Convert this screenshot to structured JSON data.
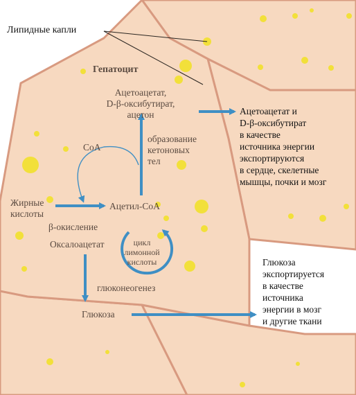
{
  "labels": {
    "lipid_droplets": "Липидные капли",
    "hepatocyte": "Гепатоцит",
    "ketone_products": "Ацетоацетат,\nD-β-оксибутират,\nацетон",
    "ketone_export": "Ацетоацетат и\nD-β-оксибутират\nв качестве\nисточника энергии\nэкспортируются\nв сердце, скелетные\nмышцы, почки и мозг",
    "coa": "CoA",
    "ketone_formation": "образование\nкетоновых\nтел",
    "fatty_acids": "Жирные\nкислоты",
    "acetyl_coa": "Ацетил-CoA",
    "beta_oxidation": "β-окисление",
    "oxaloacetate": "Оксалоацетат",
    "citric_cycle": "цикл\nлимонной\nкислоты",
    "gluconeogenesis": "глюконеогенез",
    "glucose": "Глюкоза",
    "glucose_export": "Глюкоза\nэкспортируется\nв качестве\nисточника\nэнергии в мозг\nи другие ткани"
  },
  "colors": {
    "cell_fill": "#f7d9c0",
    "membrane": "#d89a80",
    "droplet": "#f2e03a",
    "arrow": "#3f8fc4",
    "cell_text": "#5a4a40",
    "side_text": "#111111"
  }
}
